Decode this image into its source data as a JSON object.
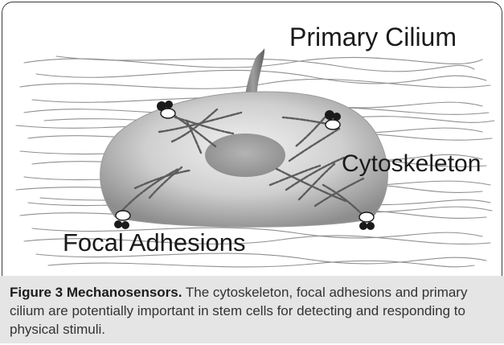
{
  "labels": {
    "primary_cilium": "Primary Cilium",
    "cytoskeleton": "Cytoskeleton",
    "focal_adhesions": "Focal Adhesions"
  },
  "caption": {
    "figure_number": "Figure 3",
    "title": "Mechanosensors.",
    "text": "The cytoskeleton, focal adhesions and primary cilium are potentially important in stem cells for detecting and responding to physical stimuli."
  },
  "colors": {
    "caption_background": "#e5e5e5",
    "cell_fill": "#c8c8c8",
    "fibers": "#8a8a8a",
    "adhesion_marker": "#1a1a1a"
  }
}
